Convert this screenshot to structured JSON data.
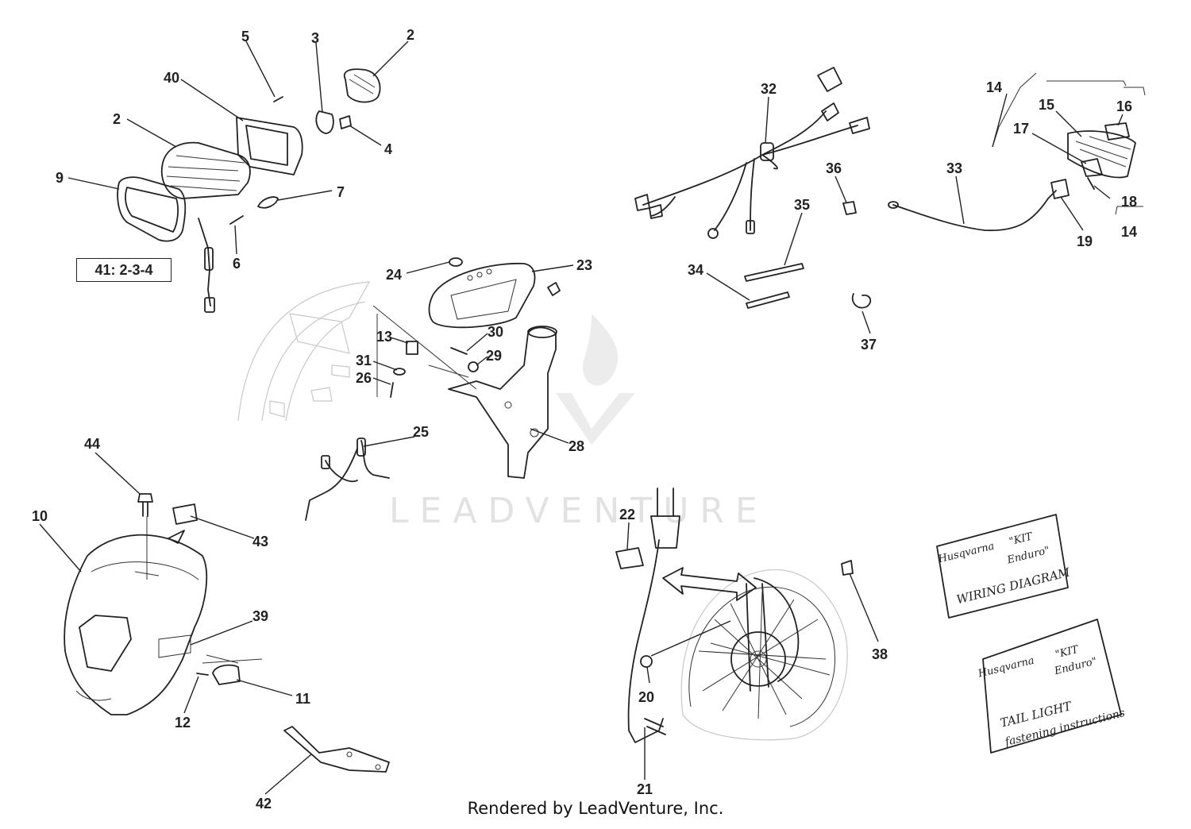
{
  "diagram": {
    "watermark": "LEADVENTURE",
    "kit_label": "41: 2-3-4",
    "footer": "Rendered by LeadVenture, Inc.",
    "callouts": [
      "2",
      "2",
      "3",
      "4",
      "5",
      "6",
      "7",
      "9",
      "10",
      "11",
      "12",
      "13",
      "14",
      "14",
      "15",
      "16",
      "17",
      "18",
      "19",
      "20",
      "21",
      "22",
      "23",
      "24",
      "25",
      "26",
      "28",
      "29",
      "30",
      "31",
      "32",
      "33",
      "34",
      "35",
      "36",
      "37",
      "38",
      "39",
      "40",
      "42",
      "43",
      "44"
    ],
    "cards": {
      "wiring": {
        "brand": "Husqvarna",
        "kit": "\"KIT",
        "kit2": "Enduro\"",
        "title": "WIRING DIAGRAM"
      },
      "taillight": {
        "brand": "Husqvarna",
        "kit": "\"KIT",
        "kit2": "Enduro\"",
        "title1": "TAIL LIGHT",
        "title2": "fastening instructions"
      }
    }
  }
}
